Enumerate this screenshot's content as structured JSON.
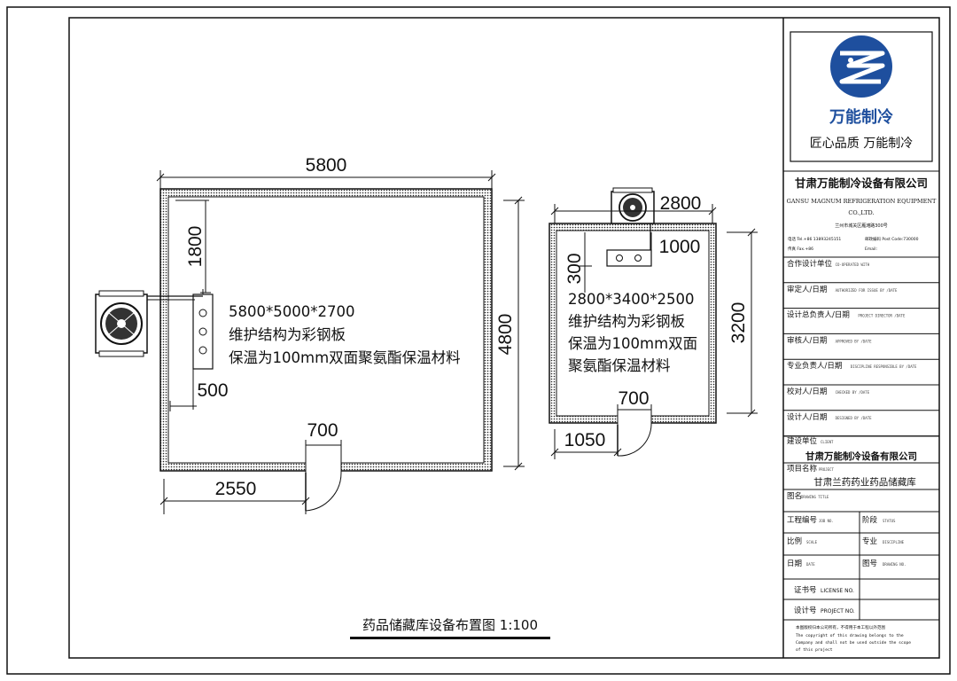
{
  "drawing": {
    "title": "药品储藏库设备布置图 1:100",
    "room1": {
      "width_dim": "5800",
      "depth_dim": "4800",
      "evap_offset_dim": "1800",
      "evap_clear_dim": "500",
      "door_width_dim": "700",
      "door_offset_dim": "2550",
      "note_lines": [
        "5800*5000*2700",
        "维护结构为彩钢板",
        "保温为100mm双面聚氨酯保温材料"
      ]
    },
    "room2": {
      "width_dim": "2800",
      "depth_dim": "3200",
      "evap_len_dim": "1000",
      "evap_clear_dim": "300",
      "door_width_dim": "700",
      "door_offset_dim": "1050",
      "note_lines": [
        "2800*3400*2500",
        "维护结构为彩钢板",
        "保温为100mm双面",
        "聚氨酯保温材料"
      ]
    }
  },
  "title_block": {
    "logo_text": "万能制冷",
    "slogan": "匠心品质 万能制冷",
    "company_cn": "甘肃万能制冷设备有限公司",
    "company_en_1": "GANSU MAGNUM REFRIGERATION EQUIPMENT",
    "company_en_2": "CO.,LTD.",
    "address": "兰州市城关区雁滩路300号",
    "contact_1": "电话 Tel.+86 13893245151",
    "contact_2": "邮政编码 Post Code:730000",
    "contact_3": "传真 Fax.+86",
    "contact_4": "Email:",
    "rows": [
      {
        "label": "合作设计单位",
        "sub": "CO-OPERATED WITH"
      },
      {
        "label": "审定人/日期",
        "sub": "AUTHORIZED FOR ISSUE BY /DATE"
      },
      {
        "label": "设计总负责人/日期",
        "sub": "PROJECT DIRECTOR /DATE"
      },
      {
        "label": "审核人/日期",
        "sub": "APPROVED BY /DATE"
      },
      {
        "label": "专业负责人/日期",
        "sub": "DISCIPLINE RESPONSIBLE BY /DATE"
      },
      {
        "label": "校对人/日期",
        "sub": "CHECKED BY /DATE"
      },
      {
        "label": "设计人/日期",
        "sub": "DESIGNED BY /DATE"
      }
    ],
    "client_label": "建设单位",
    "client_sub": "CLIENT",
    "client_value": "甘肃万能制冷设备有限公司",
    "project_label": "项目名称",
    "project_sub": "PROJECT",
    "project_value": "甘肃兰药药业药品储藏库",
    "drawing_title_label": "图名",
    "drawing_title_sub": "DRAWING TITLE",
    "project_no_label": "工程编号",
    "project_no_sub": "JOB NO.",
    "stage_label": "阶段",
    "stage_sub": "STATUS",
    "scale_label": "比例",
    "scale_sub": "SCALE",
    "discipline_label": "专业",
    "discipline_sub": "DISCIPLINE",
    "date_label": "日期",
    "date_sub": "DATE",
    "dwg_no_label": "图号",
    "dwg_no_sub": "DRAWING NO.",
    "license_label": "证书号",
    "license_sub": "LICENSE NO.",
    "design_no_label": "设计号",
    "design_no_sub": "PROJECT NO.",
    "copyright_1": "本图版权归本公司所有，不得用于本工程以外范围",
    "copyright_2": "The copyright of this drawing belongs to the",
    "copyright_3": "Company and shall not be used outside the scope",
    "copyright_4": "of this project"
  },
  "colors": {
    "line": "#111111",
    "logo_blue": "#1e4f9e",
    "background": "#ffffff"
  }
}
